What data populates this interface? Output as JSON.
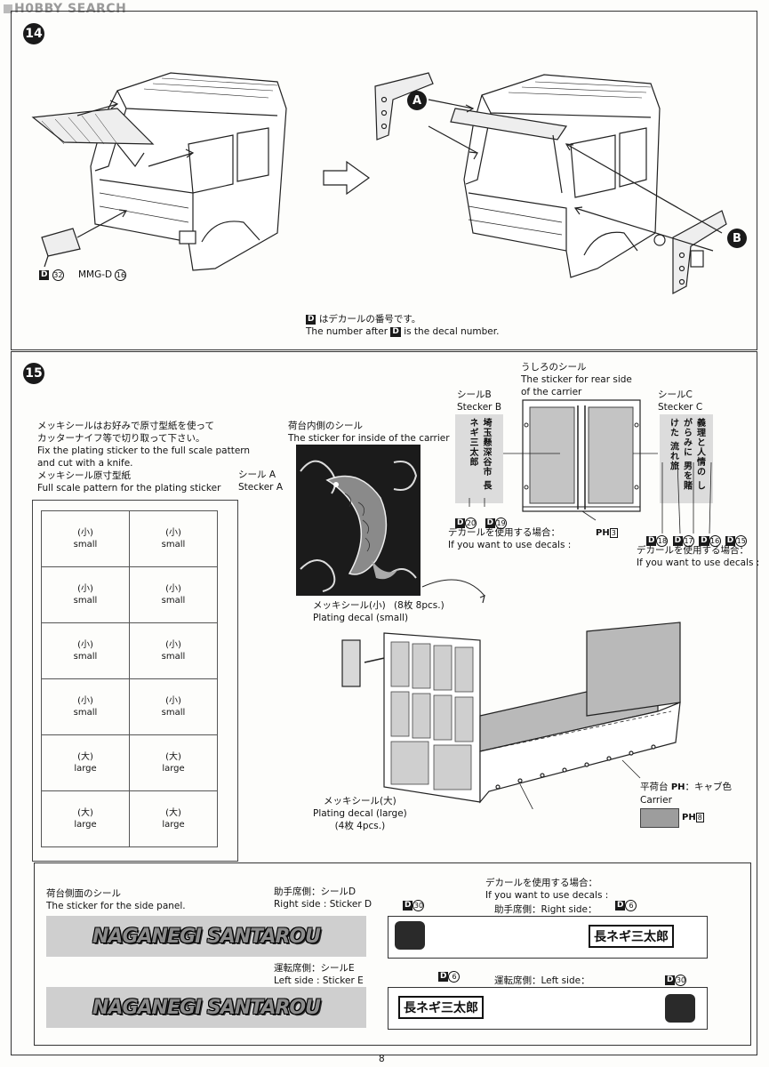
{
  "watermark": "H0BBY SEARCH",
  "page_number": "8",
  "step14": {
    "number": "14",
    "label_a": "A",
    "label_b": "B",
    "part_d": "D",
    "part_d_num": "32",
    "mmg_label": "MMG-D",
    "mmg_num": "16",
    "note_jp": "はデカールの番号です。",
    "note_en_prefix": "The number after",
    "note_en_suffix": "is the decal number."
  },
  "step15": {
    "number": "15",
    "plating_jp_1": "メッキシールはお好みで原寸型紙を使って",
    "plating_jp_2": "カッターナイフ等で切り取って下さい。",
    "plating_en_1": "Fix the plating sticker to the full scale pattern",
    "plating_en_2": "and cut with a knife.",
    "pattern_jp": "メッキシール原寸型紙",
    "pattern_en": "Full scale pattern for the plating sticker",
    "pattern_small_jp": "(小)",
    "pattern_small_en": "small",
    "pattern_large_jp": "(大)",
    "pattern_large_en": "large",
    "inside_jp": "荷台内側のシール",
    "inside_en": "The sticker for inside of the carrier",
    "sticker_a_jp": "シール A",
    "sticker_a_en": "Stecker A",
    "rear_jp": "うしろのシール",
    "rear_en_1": "The sticker for rear side",
    "rear_en_2": "of the carrier",
    "sticker_b_jp": "シールB",
    "sticker_b_en": "Stecker B",
    "sticker_c_jp": "シールC",
    "sticker_c_en": "Stecker C",
    "sticker_b_text": "埼玉懸深谷市 長ネギ三太郎",
    "sticker_c_text": "義理と人情の しがらみに 男を賭けた 流れ旅",
    "decal_use_jp": "デカールを使用する場合：",
    "decal_use_en": "If you want to use decals :",
    "decals_b": [
      "20",
      "19"
    ],
    "decals_c": [
      "18",
      "17",
      "16",
      "15"
    ],
    "ph_label": "PH",
    "ph_rear": "3",
    "plating_small_jp": "メッキシール(小)",
    "plating_small_en": "Plating decal (small)",
    "plating_small_qty": "(8枚 8pcs.)",
    "plating_large_jp": "メッキシール(大)",
    "plating_large_en": "Plating decal (large)",
    "plating_large_qty": "(4枚 4pcs.)",
    "carrier_jp": "平荷台",
    "carrier_color_jp": "：キャブ色",
    "carrier_en": "Carrier",
    "ph_carrier": "8",
    "side_jp": "荷台側面のシール",
    "side_en": "The sticker for the side panel.",
    "right_jp": "助手席側：シールD",
    "right_en": "Right side : Sticker D",
    "left_jp": "運転席側：シールE",
    "left_en": "Left side : Sticker E",
    "banner_text": "NAGANEGI SANTAROU",
    "decal_right_jp": "助手席側：Right side：",
    "decal_left_jp": "運転席側：Left side：",
    "decal_30": "30",
    "decal_6": "6",
    "naga_kanji": "長ネギ三太郎"
  }
}
